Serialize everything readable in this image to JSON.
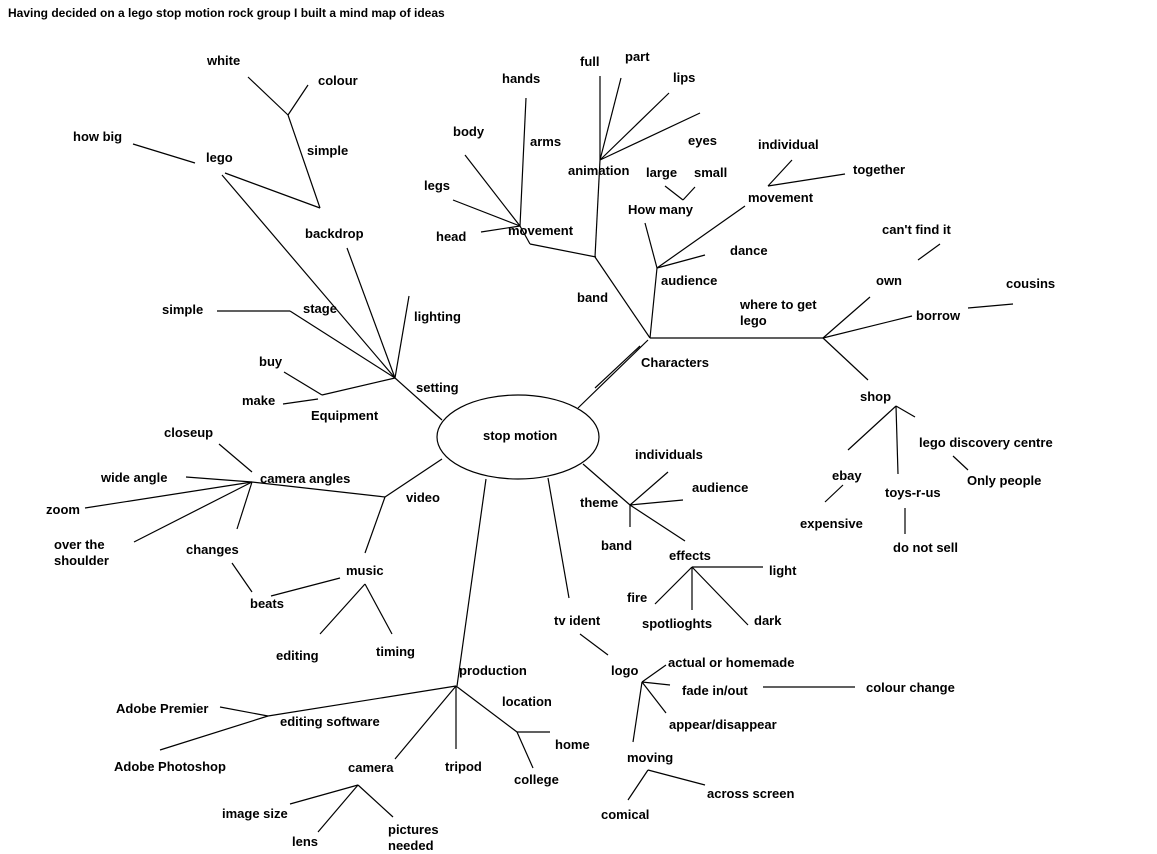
{
  "title": "Having decided on a lego stop motion rock group I built a mind map of ideas",
  "center": "stop motion",
  "labels": {
    "white": "white",
    "colour": "colour",
    "how_big": "how big",
    "lego": "lego",
    "simple_top": "simple",
    "hands": "hands",
    "body": "body",
    "arms": "arms",
    "legs": "legs",
    "head": "head",
    "movement_left": "movement",
    "full": "full",
    "part": "part",
    "lips": "lips",
    "eyes": "eyes",
    "animation": "animation",
    "large": "large",
    "small": "small",
    "how_many": "How many",
    "individual": "individual",
    "together": "together",
    "movement_right": "movement",
    "dance": "dance",
    "audience_top": "audience",
    "band_top": "band",
    "cant_find_it": "can't find it",
    "own": "own",
    "cousins": "cousins",
    "where_to_get_lego_1": "where to get",
    "where_to_get_lego_2": "lego",
    "borrow": "borrow",
    "characters": "Characters",
    "backdrop": "backdrop",
    "simple_mid": "simple",
    "stage": "stage",
    "lighting": "lighting",
    "buy": "buy",
    "make": "make",
    "equipment": "Equipment",
    "setting": "setting",
    "shop": "shop",
    "lego_discovery_centre": "lego discovery centre",
    "only_people": "Only people",
    "ebay": "ebay",
    "toys_r_us": "toys-r-us",
    "expensive": "expensive",
    "do_not_sell": "do not sell",
    "closeup": "closeup",
    "wide_angle": "wide angle",
    "camera_angles": "camera angles",
    "zoom": "zoom",
    "over_shoulder_1": "over the",
    "over_shoulder_2": "shoulder",
    "changes": "changes",
    "video": "video",
    "music": "music",
    "beats": "beats",
    "editing": "editing",
    "timing": "timing",
    "individuals": "individuals",
    "audience_theme": "audience",
    "theme": "theme",
    "band_theme": "band",
    "effects": "effects",
    "light": "light",
    "fire": "fire",
    "spotlights": "spotlioghts",
    "dark": "dark",
    "tv_ident": "tv ident",
    "logo": "logo",
    "actual_or_homemade": "actual or homemade",
    "fade_in_out": "fade in/out",
    "colour_change": "colour change",
    "appear_disappear": "appear/disappear",
    "moving": "moving",
    "across_screen": "across screen",
    "comical": "comical",
    "production": "production",
    "location": "location",
    "home": "home",
    "college": "college",
    "adobe_premier": "Adobe Premier",
    "editing_software": "editing software",
    "adobe_photoshop": "Adobe Photoshop",
    "camera": "camera",
    "tripod": "tripod",
    "image_size": "image size",
    "lens": "lens",
    "pictures_needed_1": "pictures",
    "pictures_needed_2": "needed"
  }
}
